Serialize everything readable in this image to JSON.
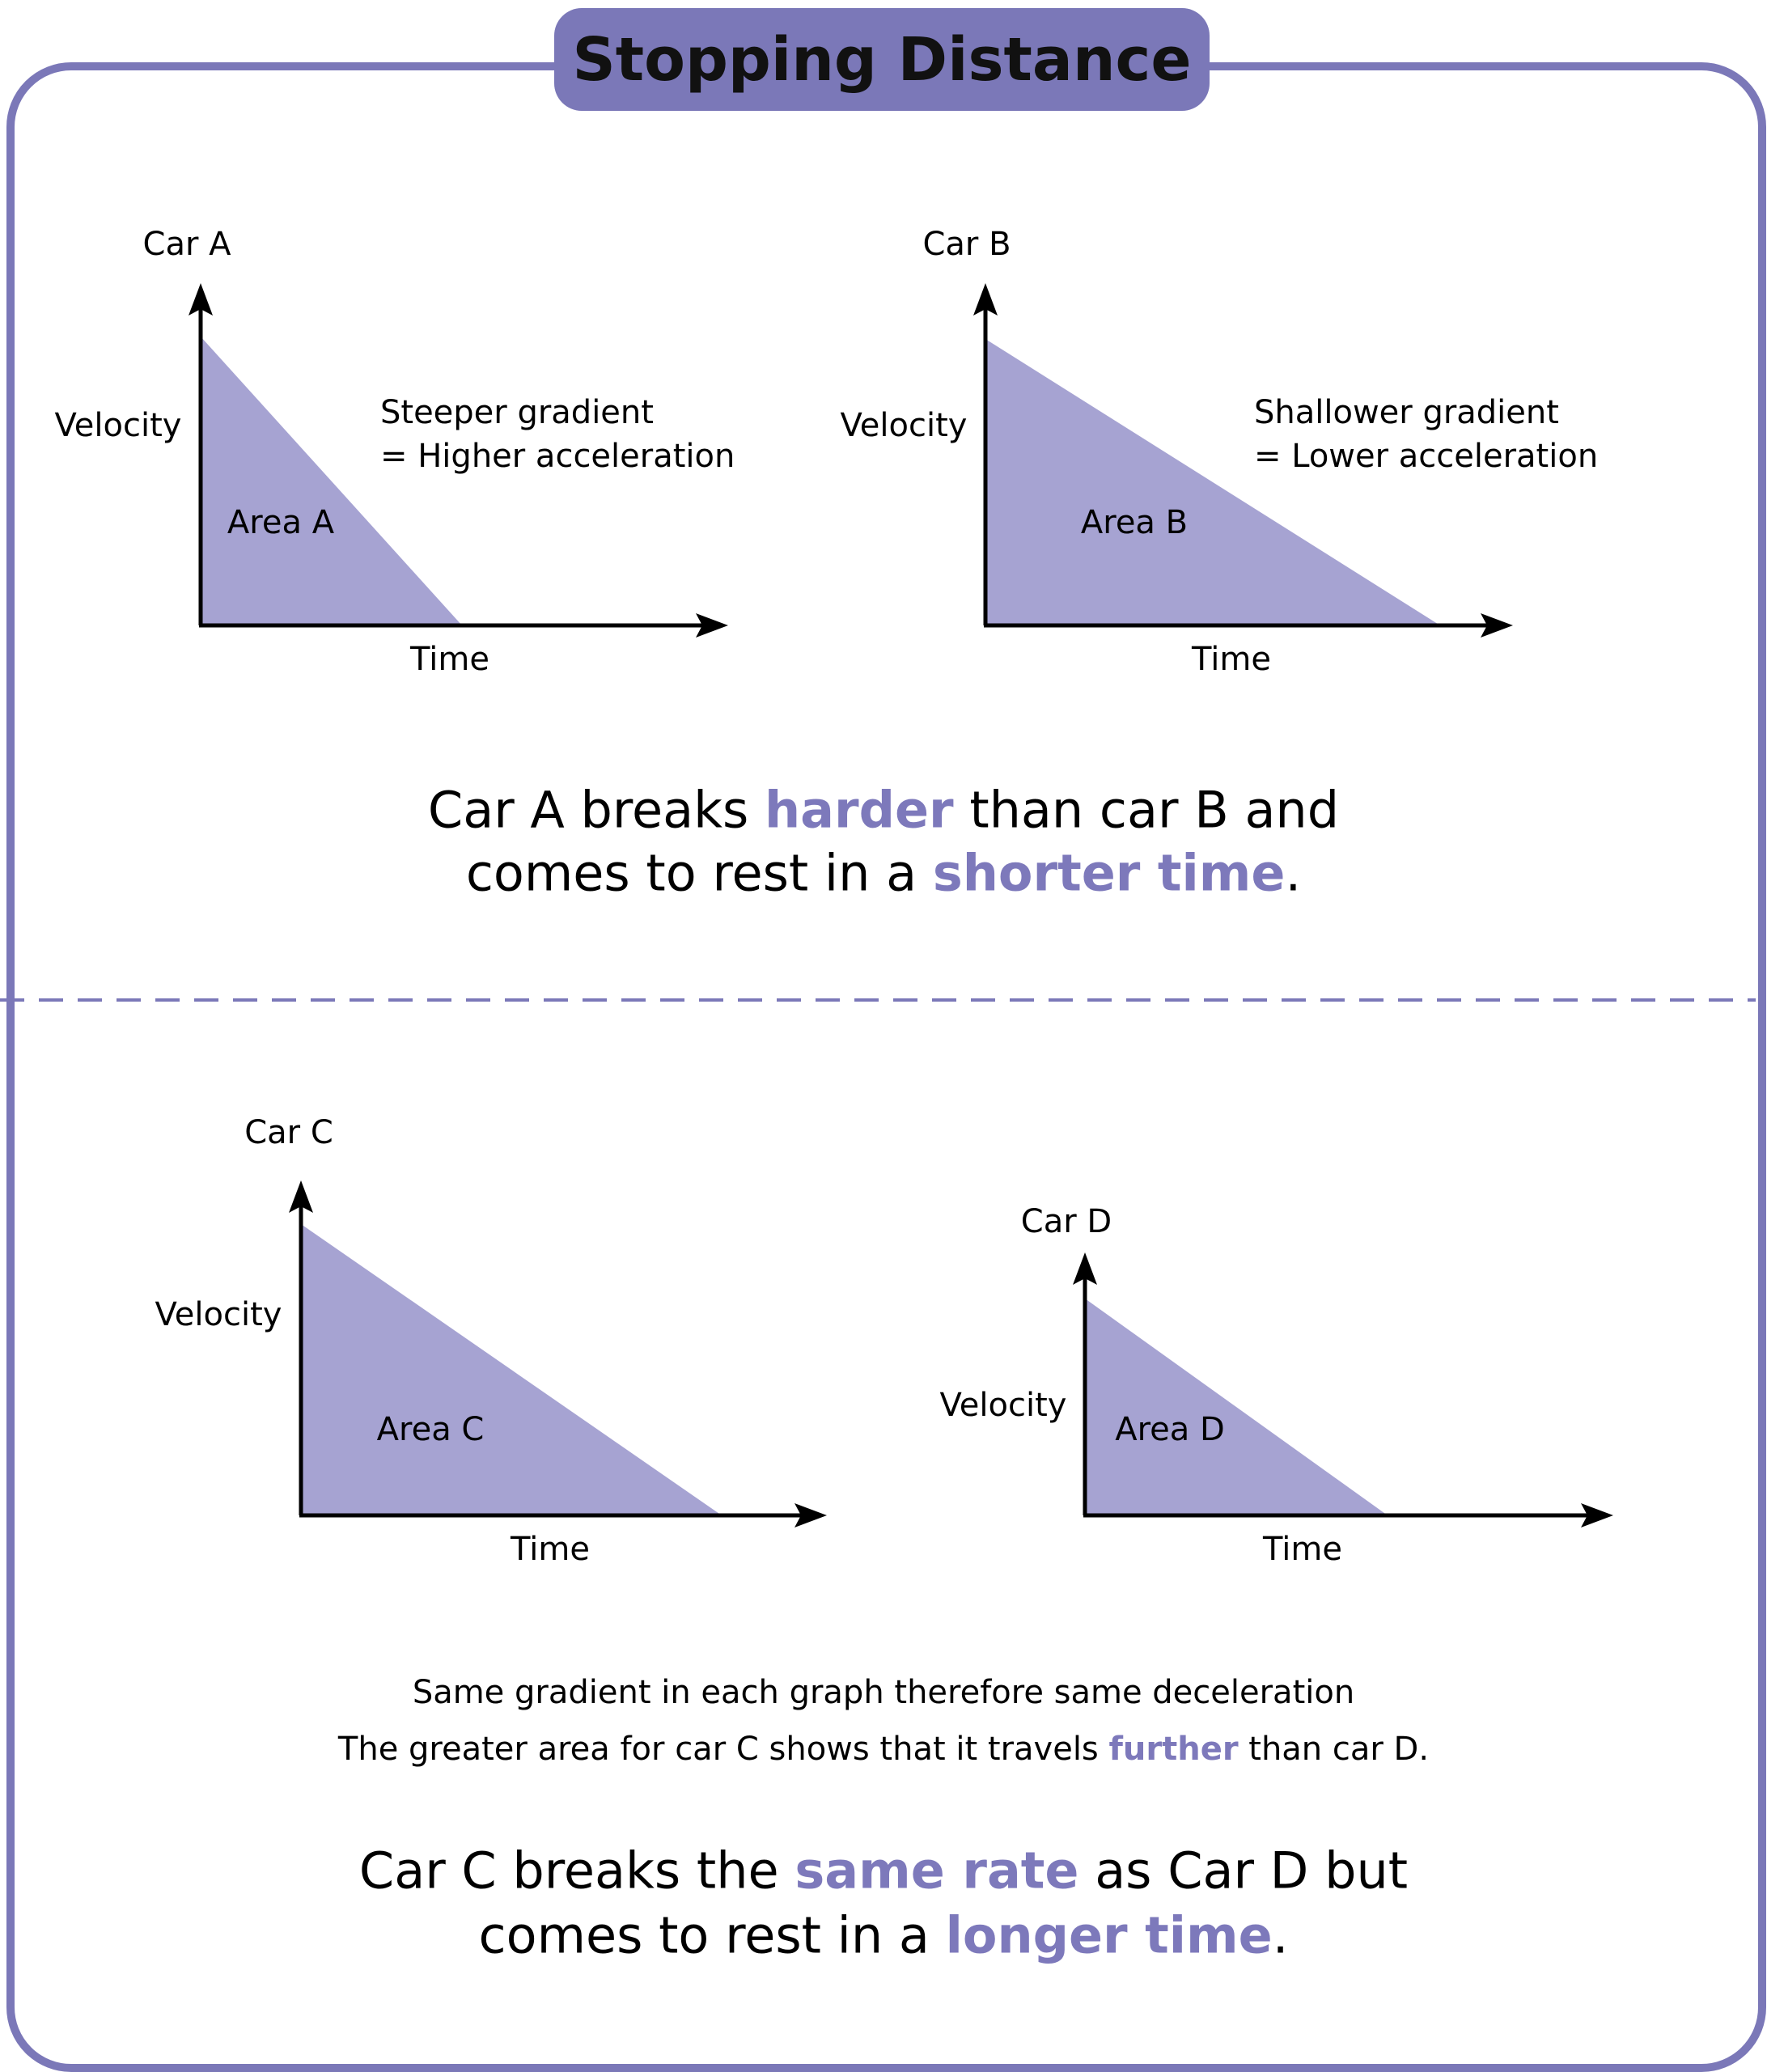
{
  "title": "Stopping Distance",
  "colors": {
    "accent": "#7b78b8",
    "fill": "#a6a3d2",
    "highlight": "#7d79bb"
  },
  "graphs": {
    "a": {
      "title": "Car A",
      "y_label": "Velocity",
      "x_label": "Time",
      "area_label": "Area A",
      "note_1": "Steeper gradient",
      "note_2": "= Higher acceleration"
    },
    "b": {
      "title": "Car B",
      "y_label": "Velocity",
      "x_label": "Time",
      "area_label": "Area B",
      "note_1": "Shallower gradient",
      "note_2": "= Lower acceleration"
    },
    "c": {
      "title": "Car C",
      "y_label": "Velocity",
      "x_label": "Time",
      "area_label": "Area C"
    },
    "d": {
      "title": "Car D",
      "y_label": "Velocity",
      "x_label": "Time",
      "area_label": "Area D"
    }
  },
  "conclusion_1": {
    "l1a": "Car A breaks ",
    "l1b": "harder",
    "l1c": " than car B and",
    "l2a": "comes to rest in a ",
    "l2b": "shorter time",
    "l2c": "."
  },
  "explanation": {
    "line1": "Same gradient in each graph therefore same deceleration",
    "l2a": "The greater area for car C shows that it travels ",
    "l2b": "further",
    "l2c": " than car D."
  },
  "conclusion_2": {
    "l1a": "Car C breaks the ",
    "l1b": "same rate",
    "l1c": " as Car D but",
    "l2a": "comes to rest in a ",
    "l2b": "longer time",
    "l2c": "."
  }
}
